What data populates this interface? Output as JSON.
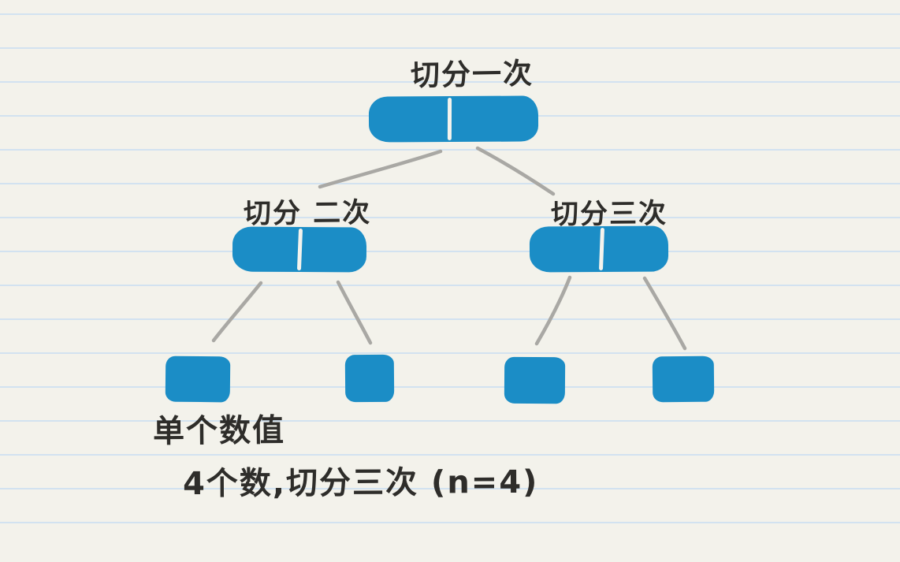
{
  "canvas": {
    "background_color": "#f3f2eb",
    "ruled_line_color": "#d2e2f0"
  },
  "colors": {
    "node_fill": "#1b8dc6",
    "node_divider": "#f4f3ed",
    "connector_gray": "#a9a8a4",
    "ink": "#2e2d2a"
  },
  "tree": {
    "root": {
      "label": "切分一次",
      "split": true
    },
    "children": [
      {
        "label": "切分 二次",
        "split": true
      },
      {
        "label": "切分三次",
        "split": true
      }
    ],
    "leaf_count": 4
  },
  "annotation": {
    "line1": "单个数值",
    "line2": "4个数,切分三次 (n=4)"
  }
}
